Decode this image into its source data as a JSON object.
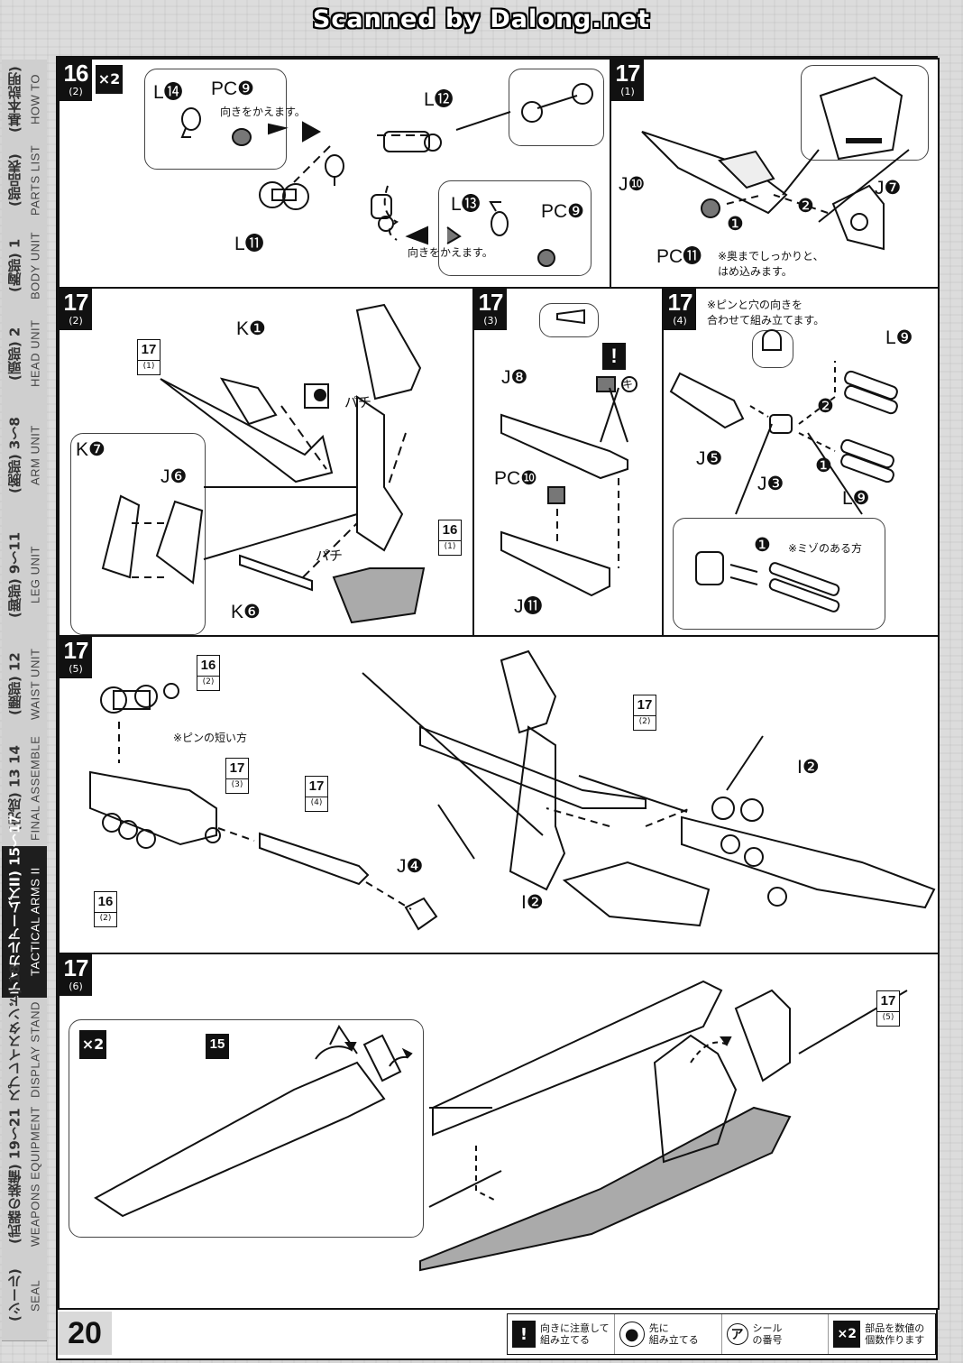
{
  "banner": "Scanned by Dalong.net",
  "page_number": "20",
  "nav": [
    {
      "jp": "(基本説明)",
      "en": "HOW TO",
      "active": false
    },
    {
      "jp": "(部品表)",
      "en": "PARTS LIST",
      "active": false
    },
    {
      "jp": "(胸部) 1",
      "en": "BODY UNIT",
      "active": false
    },
    {
      "jp": "(頭部) 2",
      "en": "HEAD UNIT",
      "active": false
    },
    {
      "jp": "(腕部) 3〜8",
      "en": "ARM UNIT",
      "active": false
    },
    {
      "jp": "(脚部) 9〜11",
      "en": "LEG UNIT",
      "active": false
    },
    {
      "jp": "(腰部) 12",
      "en": "WAIST UNIT",
      "active": false
    },
    {
      "jp": "(完成) 13 14",
      "en": "FINAL ASSEMBLE",
      "active": false
    },
    {
      "jp": "(タクティカルアームズII) 15〜17",
      "en": "TACTICAL ARMS II",
      "active": true
    },
    {
      "jp": "(ディスプレイスタンド) 18",
      "en": "DISPLAY STAND",
      "active": false
    },
    {
      "jp": "(武器の装備) 19〜21",
      "en": "WEAPONS EQUIPMENT",
      "active": false
    },
    {
      "jp": "(シール)",
      "en": "SEAL",
      "active": false
    }
  ],
  "steps": {
    "s16_2": {
      "num": "16",
      "sub": "(2)",
      "mult": "×2",
      "labels": {
        "l14": "L⓮",
        "pc9a": "PC❾",
        "l12": "L⓬",
        "l11": "L⓫",
        "l13": "L⓭",
        "pc9b": "PC❾"
      },
      "note_turn1": "向きをかえます。",
      "note_turn2": "向きをかえます。"
    },
    "s17_1": {
      "num": "17",
      "sub": "(1)",
      "labels": {
        "j10": "J❿",
        "j7": "J❼",
        "pc11": "PC⓫",
        "o1": "❶",
        "o2": "❷"
      },
      "note": "※奥までしっかりと、\nはめ込みます。"
    },
    "s17_2": {
      "num": "17",
      "sub": "(2)",
      "labels": {
        "k1": "K❶",
        "k7": "K❼",
        "j6": "J❻",
        "k6": "K❻",
        "pachi1": "パチ",
        "pachi2": "パチ"
      },
      "ref_a": {
        "n": "17",
        "s": "(1)"
      },
      "ref_b": {
        "n": "16",
        "s": "(1)"
      }
    },
    "s17_3": {
      "num": "17",
      "sub": "(3)",
      "labels": {
        "j8": "J❽",
        "pc10": "PC❿",
        "j11": "J⓫",
        "ki": "キ"
      },
      "warn": "!"
    },
    "s17_4": {
      "num": "17",
      "sub": "(4)",
      "note": "※ピンと穴の向きを\n合わせて組み立てます。",
      "labels": {
        "l9a": "L❾",
        "j5": "J❺",
        "j3": "J❸",
        "l9b": "L❾",
        "o1": "❶",
        "o2": "❷",
        "o1b": "❶"
      },
      "note2": "※ミゾのある方"
    },
    "s17_5": {
      "num": "17",
      "sub": "(5)",
      "note": "※ピンの短い方",
      "labels": {
        "j4": "J❹",
        "i2a": "I❷",
        "i2b": "I❷"
      },
      "refs": [
        {
          "n": "16",
          "s": "(2)"
        },
        {
          "n": "17",
          "s": "(3)"
        },
        {
          "n": "17",
          "s": "(4)"
        },
        {
          "n": "16",
          "s": "(2)"
        },
        {
          "n": "17",
          "s": "(2)"
        }
      ]
    },
    "s17_6": {
      "num": "17",
      "sub": "(6)",
      "mult": "×2",
      "ref15": {
        "n": "15"
      },
      "ref175": {
        "n": "17",
        "s": "(5)"
      }
    }
  },
  "legend": [
    {
      "icon": "!",
      "text": "向きに注意して\n組み立てる"
    },
    {
      "icon": "●",
      "text": "先に\n組み立てる"
    },
    {
      "icon": "ア",
      "text": "シール\nの番号"
    },
    {
      "icon": "×2",
      "text": "部品を数値の\n個数作ります"
    }
  ]
}
